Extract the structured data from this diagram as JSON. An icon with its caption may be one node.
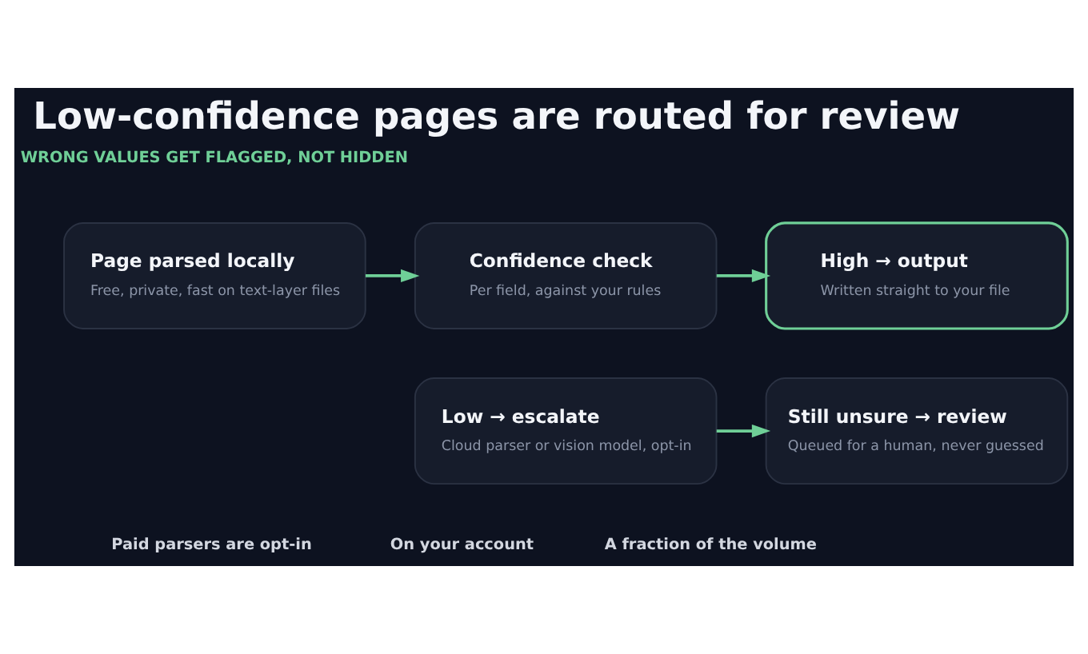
{
  "diagram": {
    "title": "Low-confidence pages are routed for review",
    "nodes": [
      {
        "text": [
          "Page parsed locally",
          "Free, private, fast on text-layer files"
        ]
      },
      {
        "text": [
          "Confidence check",
          "Per field, against your rules"
        ]
      },
      {
        "text": [
          "High → output",
          "Written straight to your file"
        ]
      },
      {
        "text": [
          "Low → escalate",
          "Cloud parser or vision model, opt-in"
        ]
      },
      {
        "text": [
          "Still unsure → review",
          "Queued for a human, never guessed"
        ]
      }
    ],
    "edges": [
      {
        "from": 0,
        "to": 1,
        "arrow": "to"
      },
      {
        "from": 1,
        "to": 2,
        "arrow": "to"
      },
      {
        "from": 3,
        "to": 4,
        "arrow": "to"
      }
    ],
    "labels": [
      "WRONG VALUES GET FLAGGED, NOT HIDDEN",
      "Paid parsers are opt-in",
      "On your account",
      "A fraction of the volume"
    ]
  }
}
